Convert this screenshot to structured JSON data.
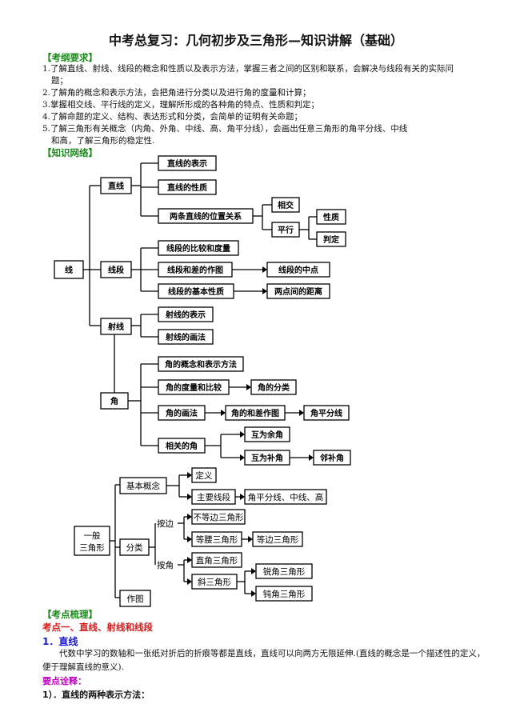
{
  "title": "中考总复习：几何初步及三角形—知识讲解（基础）",
  "sections": {
    "requirements": "【考纲要求】",
    "network": "【知识网络】",
    "review": "【考点梳理】"
  },
  "requirements": [
    "1.了解直线、射线、线段的概念和性质以及表示方法，掌握三者之间的区别和联系，会解决与线段有关的实际问",
    "题；",
    "2.了解角的概念和表示方法，会把角进行分类以及进行角的度量和计算；",
    "3.掌握相交线、平行线的定义，理解所形成的各种角的特点、性质和判定；",
    "4.了解命题的定义、结构、表达形式和分类，会简单的证明有关命题；",
    "5.了解三角形有关概念（内角、外角、中线、高、角平分线），会画出任意三角形的角平分线、中线",
    "和高，了解三角形的稳定性."
  ],
  "tree": {
    "root": "线",
    "zhixian": "直线",
    "zx_rep": "直线的表示",
    "zx_prop": "直线的性质",
    "zx_rel": "两条直线的位置关系",
    "xiangjiao": "相交",
    "pingxing": "平行",
    "xingzhi": "性质",
    "panding": "判定",
    "xianduan": "线段",
    "xd_cmp": "线段的比较和度量",
    "xd_draw": "线段和差的作图",
    "xd_mid": "线段的中点",
    "xd_basic": "线段的基本性质",
    "xd_dist": "两点间的距离",
    "shexian": "射线",
    "sx_rep": "射线的表示",
    "sx_draw": "射线的画法",
    "jiao": "角",
    "j_concept": "角的概念和表示方法",
    "j_measure": "角的度量和比较",
    "j_class": "角的分类",
    "j_draw": "角的画法",
    "j_sumdiff": "角的和差作图",
    "j_bisector": "角平分线",
    "j_related": "相关的角",
    "j_comp": "互为余角",
    "j_supp": "互为补角",
    "j_adjsupp": "邻补角"
  },
  "tri": {
    "root_line1": "一般",
    "root_line2": "三角形",
    "basic": "基本概念",
    "def": "定义",
    "mainseg": "主要线段",
    "segs": "角平分线、中线、高",
    "classify": "分类",
    "by_side": "按边",
    "scalene": "不等边三角形",
    "isosceles": "等腰三角形",
    "equilateral": "等边三角形",
    "by_angle": "按角",
    "right": "直角三角形",
    "oblique": "斜三角形",
    "acute": "锐角三角形",
    "obtuse": "钝角三角形",
    "draw": "作图"
  },
  "point1": "考点一、直线、射线和线段",
  "sub1": "1．直线",
  "para1": "代数中学习的数轴和一张纸对折后的折痕等都是直线，直线可以向两方无限延伸.(直线的概念是一个描述性的定义，便于理解直线的意义).",
  "key_points": "要点诠释：",
  "item1": "1）．直线的两种表示方法："
}
